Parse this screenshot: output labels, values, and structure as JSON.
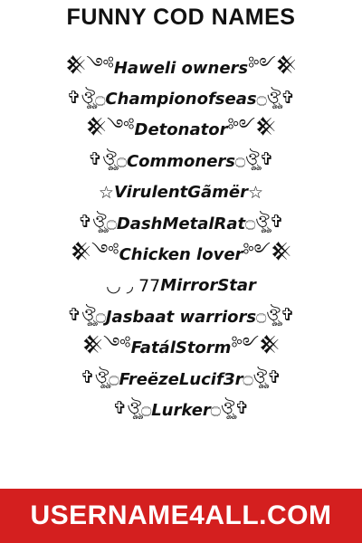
{
  "title": "FUNNY COD NAMES",
  "names": [
    {
      "prefix": "𒆜༺",
      "name": "Haweli owners",
      "suffix": "༻𒆜"
    },
    {
      "prefix": "✞ঔৣ۝",
      "name": "Championofseas",
      "suffix": "۝ঔৣ✞"
    },
    {
      "prefix": "𒆜༺",
      "name": "Detonator",
      "suffix": "༻𒆜"
    },
    {
      "prefix": "✞ঔৣ۝",
      "name": "Commoners",
      "suffix": "۝ঔৣ✞"
    },
    {
      "prefix": "☆",
      "name": "VirulentGãmër",
      "suffix": "☆"
    },
    {
      "prefix": "✞ঔৣ۝",
      "name": "DashMetalRat",
      "suffix": "۝ঔৣ✞"
    },
    {
      "prefix": "𒆜༺",
      "name": "Chicken lover",
      "suffix": "༻𒆜"
    },
    {
      "prefix": "◡ ◞ 77",
      "name": "MirrorStar",
      "suffix": ""
    },
    {
      "prefix": "✞ঔৣ۝",
      "name": "Jasbaat warriors",
      "suffix": "۝ঔৣ✞"
    },
    {
      "prefix": "𒆜༺",
      "name": "FatálStorm",
      "suffix": "༻𒆜"
    },
    {
      "prefix": "✞ঔৣ۝",
      "name": "FreëzeLucifЗr",
      "suffix": "۝ঔৣ✞"
    },
    {
      "prefix": "✞ঔৣ۝",
      "name": "Lurker",
      "suffix": "۝ঔৣ✞"
    }
  ],
  "footer": {
    "text": "USERNAME4ALL.COM"
  },
  "colors": {
    "footer_bg": "#d41f1f",
    "text": "#111111",
    "footer_text": "#ffffff"
  }
}
